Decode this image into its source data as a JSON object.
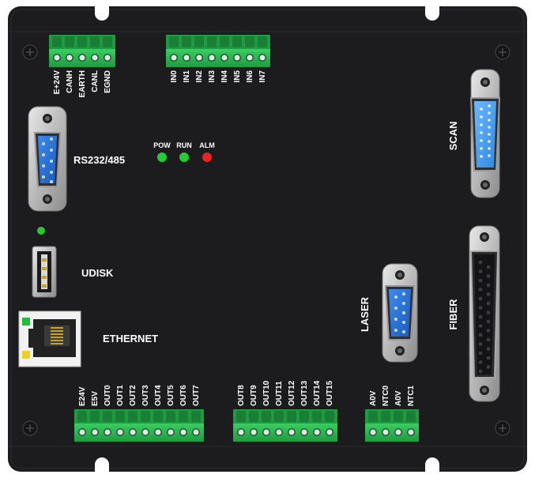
{
  "labels": {
    "rs232": "RS232/485",
    "udisk": "UDISK",
    "ethernet": "ETHERNET",
    "scan": "SCAN",
    "laser": "LASER",
    "fiber": "FIBER"
  },
  "leds": {
    "pow": "POW",
    "run": "RUN",
    "alm": "ALM"
  },
  "colors": {
    "body": "#1c1c1e",
    "terminal_green": "#27b04f",
    "led_green": "#22cc33",
    "led_red": "#ee2222",
    "db_blue": "#2b76d6"
  },
  "terminals": {
    "can": [
      "E+24V",
      "CANH",
      "EARTH",
      "CANL",
      "EGND"
    ],
    "inputs": [
      "IN0",
      "IN1",
      "IN2",
      "IN3",
      "IN4",
      "IN5",
      "IN6",
      "IN7"
    ],
    "outputs_a": [
      "E24V",
      "E5V",
      "OUT0",
      "OUT1",
      "OUT2",
      "OUT3",
      "OUT4",
      "OUT5",
      "OUT6",
      "OUT7"
    ],
    "outputs_b": [
      "OUT8",
      "OUT9",
      "OUT10",
      "OUT11",
      "OUT12",
      "OUT13",
      "OUT14",
      "OUT15"
    ],
    "ntc": [
      "A0V",
      "NTC0",
      "A0V",
      "NTC1"
    ]
  }
}
